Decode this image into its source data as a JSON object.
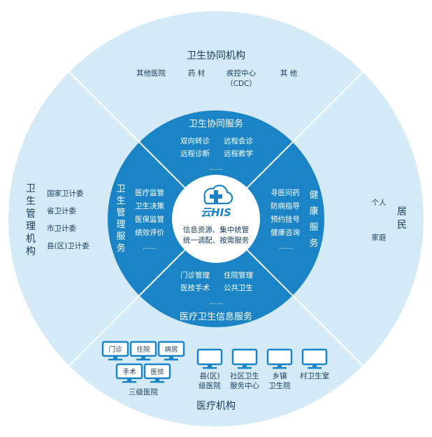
{
  "outer": {
    "top": {
      "title": "卫生协同机构",
      "items": [
        "其他医院",
        "药 材",
        "疾控中心",
        "（CDC）",
        "其 他"
      ]
    },
    "left": {
      "title_chars": [
        "卫",
        "生",
        "管",
        "理",
        "机",
        "构"
      ],
      "items": [
        "国家卫计委",
        "省卫计委",
        "市卫计委",
        "县(区)卫计委"
      ]
    },
    "right": {
      "title_chars": [
        "居",
        "民"
      ],
      "items": [
        "个人",
        "家庭"
      ]
    },
    "bottom": {
      "title": "医疗机构",
      "tier3": {
        "monitors": [
          "门诊",
          "住院",
          "病房",
          "手术",
          "医技"
        ],
        "label": "三级医院"
      },
      "facilities": [
        {
          "lines": [
            "县(区)",
            "级医院"
          ]
        },
        {
          "lines": [
            "社区卫生",
            "服务中心"
          ]
        },
        {
          "lines": [
            "乡镇",
            "卫生院"
          ]
        },
        {
          "lines": [
            "村卫生室"
          ]
        }
      ]
    }
  },
  "inner": {
    "top": {
      "title": "卫生协同服务",
      "items": [
        "双向转诊",
        "远程会诊",
        "远程诊断",
        "远程教学"
      ],
      "more": "……"
    },
    "left": {
      "title_chars": [
        "卫",
        "生",
        "管",
        "理",
        "服",
        "务"
      ],
      "items": [
        "医疗监管",
        "卫生决策",
        "医保监管",
        "绩效评价"
      ],
      "more": "……"
    },
    "right": {
      "title_chars": [
        "健",
        "康",
        "服",
        "务"
      ],
      "items": [
        "寻医问药",
        "防病指导",
        "预约挂号",
        "健康咨询"
      ],
      "more": "……"
    },
    "bottom": {
      "title": "医疗卫生信息服务",
      "items": [
        "门诊管理",
        "住院管理",
        "医技手术",
        "公共卫生"
      ],
      "more": "……"
    }
  },
  "center": {
    "logo_text": "云HIS",
    "lines": [
      "信息资源、集中统管",
      "统一调配、按需服务"
    ]
  },
  "colors": {
    "outer_ring": "#d4ebf7",
    "inner_ring": "#1a84c7",
    "divider": "#ffffff",
    "center": "#ffffff",
    "logo": "#1a84c7",
    "text_dark": "#1a3a5c",
    "monitor": "#1a84c7"
  }
}
